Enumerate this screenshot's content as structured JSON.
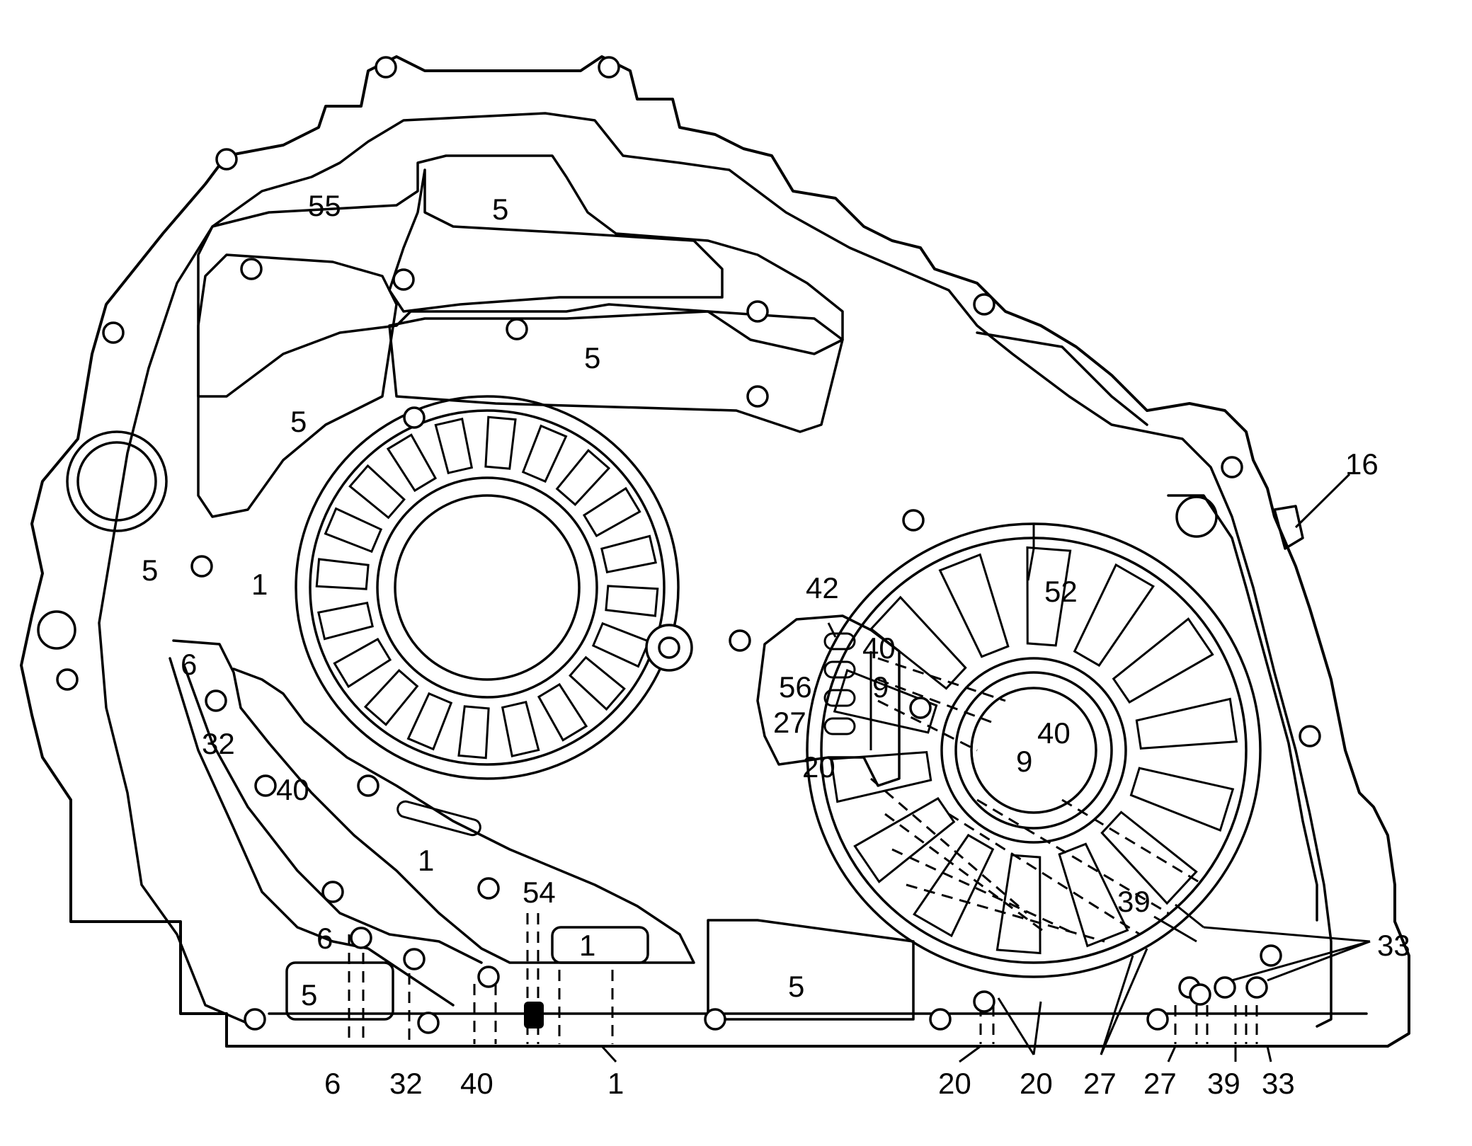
{
  "callouts": [
    {
      "id": "c55",
      "text": "55"
    },
    {
      "id": "c5a",
      "text": "5"
    },
    {
      "id": "c5b",
      "text": "5"
    },
    {
      "id": "c5c",
      "text": "5"
    },
    {
      "id": "c5d",
      "text": "5"
    },
    {
      "id": "c5e",
      "text": "5"
    },
    {
      "id": "c5f",
      "text": "5"
    },
    {
      "id": "c1a",
      "text": "1"
    },
    {
      "id": "c1b",
      "text": "1"
    },
    {
      "id": "c1c",
      "text": "1"
    },
    {
      "id": "c6a",
      "text": "6"
    },
    {
      "id": "c6b",
      "text": "6"
    },
    {
      "id": "c32a",
      "text": "32"
    },
    {
      "id": "c40a",
      "text": "40"
    },
    {
      "id": "c54",
      "text": "54"
    },
    {
      "id": "c42",
      "text": "42"
    },
    {
      "id": "c40b",
      "text": "40"
    },
    {
      "id": "c56",
      "text": "56"
    },
    {
      "id": "c9a",
      "text": "9"
    },
    {
      "id": "c27a",
      "text": "27"
    },
    {
      "id": "c20a",
      "text": "20"
    },
    {
      "id": "c40c",
      "text": "40"
    },
    {
      "id": "c9b",
      "text": "9"
    },
    {
      "id": "c52",
      "text": "52"
    },
    {
      "id": "c16",
      "text": "16"
    },
    {
      "id": "c39a",
      "text": "39"
    },
    {
      "id": "c33a",
      "text": "33"
    }
  ],
  "bottom_labels": [
    {
      "id": "b6",
      "text": "6"
    },
    {
      "id": "b32",
      "text": "32"
    },
    {
      "id": "b40",
      "text": "40"
    },
    {
      "id": "b1",
      "text": "1"
    },
    {
      "id": "b20a",
      "text": "20"
    },
    {
      "id": "b20b",
      "text": "20"
    },
    {
      "id": "b27a",
      "text": "27"
    },
    {
      "id": "b27b",
      "text": "27"
    },
    {
      "id": "b39",
      "text": "39"
    },
    {
      "id": "b33",
      "text": "33"
    }
  ]
}
